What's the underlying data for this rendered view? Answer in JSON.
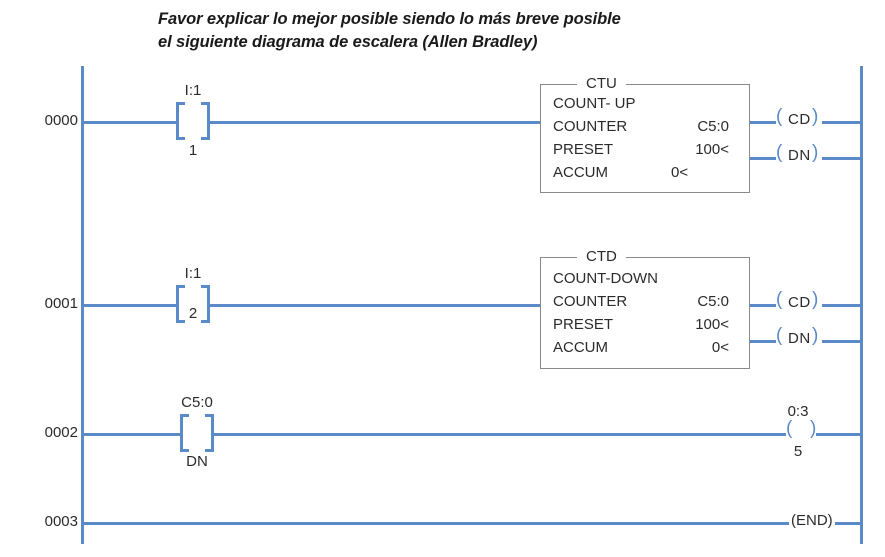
{
  "title": {
    "line1": "Favor explicar lo mejor posible siendo lo más breve posible",
    "line2": "el siguiente diagrama de escalera (Allen Bradley)"
  },
  "colors": {
    "rail": "#5B8AC9",
    "box_border": "#8a8a8a",
    "text": "#2b2b2b"
  },
  "rungs": [
    {
      "number": "0000",
      "contact": {
        "tag": "I:1",
        "bit": "1"
      },
      "block": {
        "title": "CTU",
        "rows": [
          {
            "label": "COUNT- UP",
            "value": ""
          },
          {
            "label": "COUNTER",
            "value": "C5:0"
          },
          {
            "label": "PRESET",
            "value": "100<"
          },
          {
            "label": "ACCUM",
            "value": "0<"
          }
        ]
      },
      "outputs": [
        {
          "label": "CD"
        },
        {
          "label": "DN"
        }
      ]
    },
    {
      "number": "0001",
      "contact": {
        "tag": "I:1",
        "bit": "2"
      },
      "block": {
        "title": "CTD",
        "rows": [
          {
            "label": "COUNT-DOWN",
            "value": ""
          },
          {
            "label": "COUNTER",
            "value": "C5:0"
          },
          {
            "label": "PRESET",
            "value": "100<"
          },
          {
            "label": "ACCUM",
            "value": "0<"
          }
        ]
      },
      "outputs": [
        {
          "label": "CD"
        },
        {
          "label": "DN"
        }
      ]
    },
    {
      "number": "0002",
      "contact": {
        "tag": "C5:0",
        "bit": "DN"
      },
      "coil": {
        "tag": "0:3",
        "bit": "5"
      }
    },
    {
      "number": "0003",
      "end_label": "(END)"
    }
  ]
}
